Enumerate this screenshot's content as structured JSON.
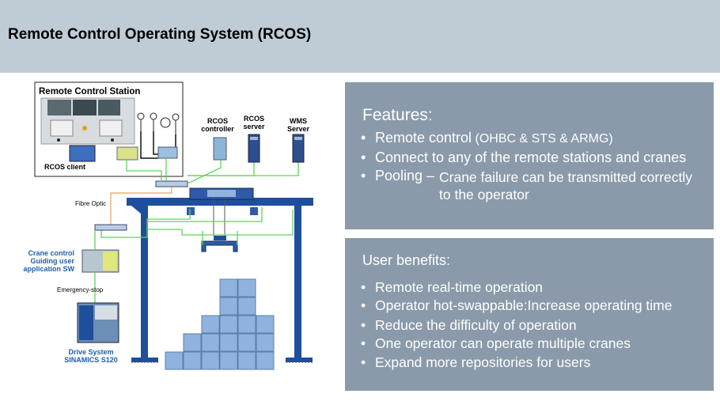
{
  "header": {
    "title": "Remote Control Operating System (RCOS)"
  },
  "diagram": {
    "station_label": "Remote Control Station",
    "client_label": "RCOS client",
    "controller_label": [
      "RCOS",
      "controller"
    ],
    "server_label": [
      "RCOS",
      "server"
    ],
    "wms_label": [
      "WMS",
      "Server"
    ],
    "fibre_label": "Fibre Optic",
    "crane_control_label": [
      "Crane control",
      "Guiding user",
      "application SW"
    ],
    "estop_label": "Emergency-stop",
    "drive_label": [
      "Drive System",
      "SINAMICS S120"
    ]
  },
  "features": {
    "title": "Features:",
    "item1_main": "Remote control",
    "item1_detail": " (OHBC & STS & ARMG)",
    "item2": "Connect to any of the remote stations and cranes",
    "item3_main": "Pooling –",
    "item3_line1": "Crane failure can be transmitted correctly",
    "item3_line2": "to the operator"
  },
  "benefits": {
    "title": "User benefits:",
    "items": [
      "Remote real-time operation",
      "Operator hot-swappable:Increase operating time",
      "Reduce the difficulty of operation",
      "One operator can operate multiple cranes",
      "Expand more repositories for users"
    ]
  },
  "colors": {
    "header_bg": "#bfccd6",
    "panel_bg": "#8a9aaa",
    "crane_blue": "#1f4e9c",
    "container_blue": "#8fb3dd",
    "cable_green": "#5fd35f",
    "label_blue": "#1f5fa8"
  }
}
